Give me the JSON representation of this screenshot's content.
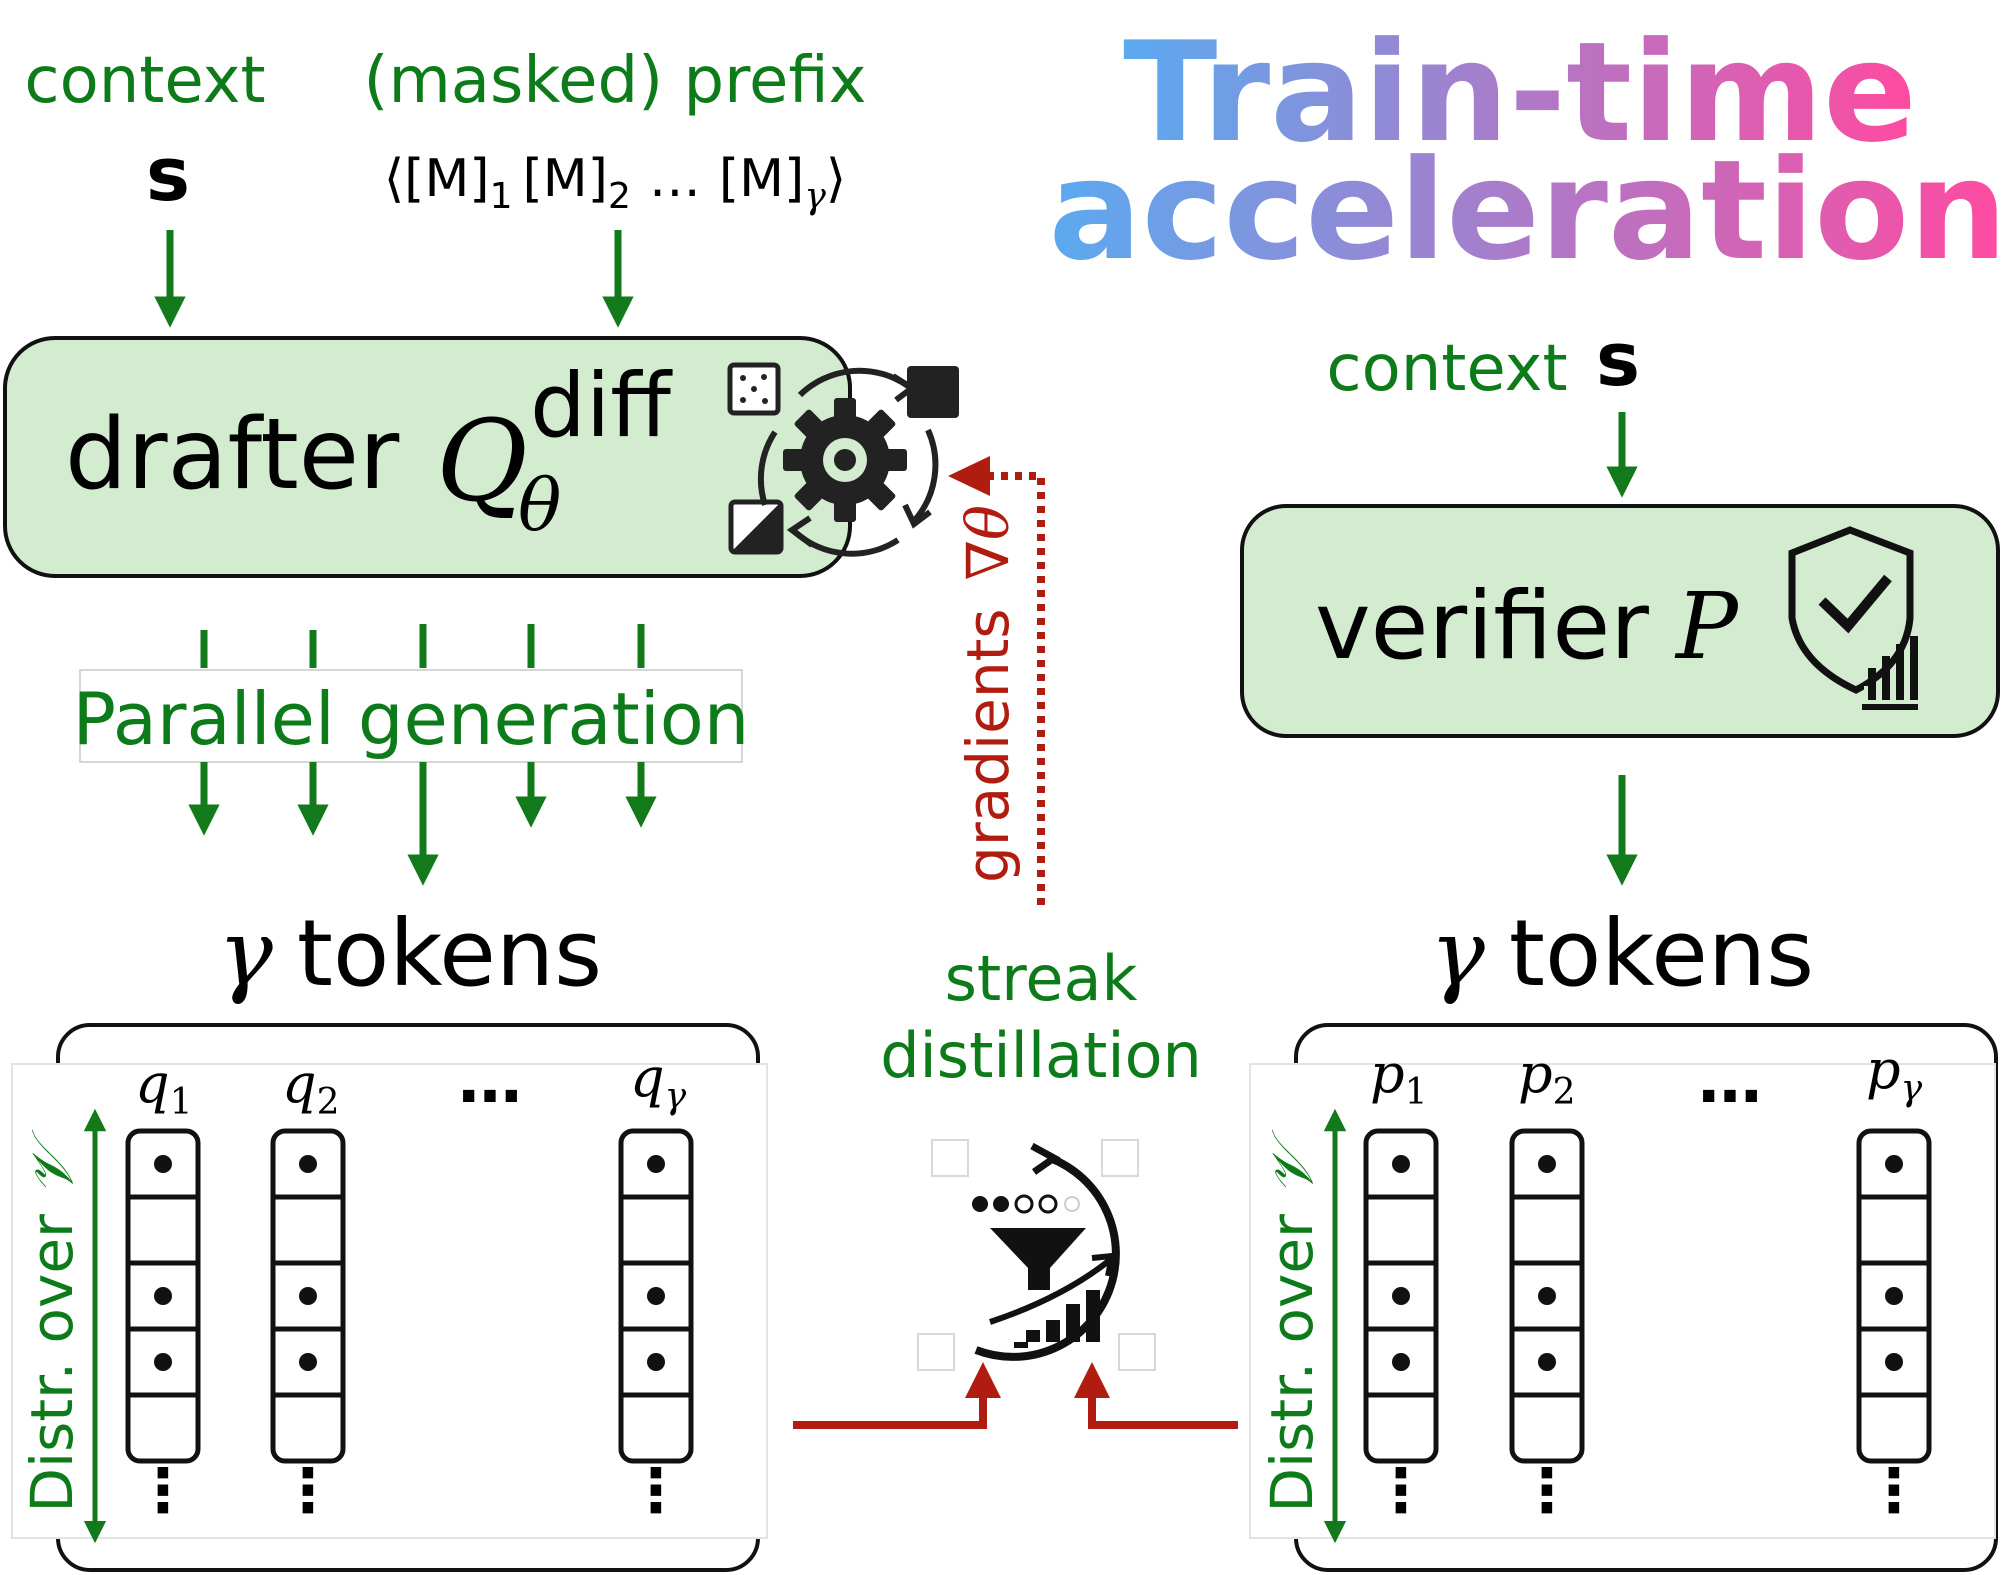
{
  "title": {
    "line1": "Train-time",
    "line2": "acceleration"
  },
  "colors": {
    "label_green": "#0e7b1a",
    "arrow_green": "#137a1b",
    "arrow_red": "#b01c10",
    "box_fill": "#d3ecd0",
    "title_gradient_start": "#5aaaf0",
    "title_gradient_end": "#ff4aa0"
  },
  "drafter": {
    "context_label": "context",
    "context_symbol": "s",
    "prefix_label": "(masked) prefix",
    "prefix_open": "⟨",
    "prefix_close": "⟩",
    "mask_token": "[M]",
    "mask_sub_1": "1",
    "mask_sub_2": "2",
    "mask_sub_gamma": "γ",
    "prefix_dots": "…",
    "box_label": "drafter",
    "symbol_main": "Q",
    "symbol_sup": "diff",
    "symbol_sub": "θ",
    "parallel_label": "Parallel generation",
    "tokens_gamma": "γ",
    "tokens_label": "tokens",
    "distr_label_prefix": "Distr. over ",
    "distr_label_symbol": "𝒱",
    "col_letter": "q",
    "col_sub_1": "1",
    "col_sub_2": "2",
    "col_sub_gamma": "γ",
    "col_dots": "…",
    "vdots": "⋮",
    "icon_names": [
      "dice-icon",
      "gear-cycle-icon",
      "square-icon",
      "half-square-icon"
    ]
  },
  "gradients": {
    "label": "gradients",
    "symbol": "∇θ"
  },
  "streak": {
    "line1": "streak",
    "line2": "distillation",
    "icon_name": "funnel-distill-icon"
  },
  "verifier": {
    "context_label": "context",
    "context_symbol": "s",
    "box_label": "verifier",
    "symbol": "P",
    "tokens_gamma": "γ",
    "tokens_label": "tokens",
    "distr_label_prefix": "Distr. over ",
    "distr_label_symbol": "𝒱",
    "col_letter": "p",
    "col_sub_1": "1",
    "col_sub_2": "2",
    "col_sub_gamma": "γ",
    "col_dots": "…",
    "vdots": "⋮",
    "icon_name": "shield-check-icon"
  }
}
